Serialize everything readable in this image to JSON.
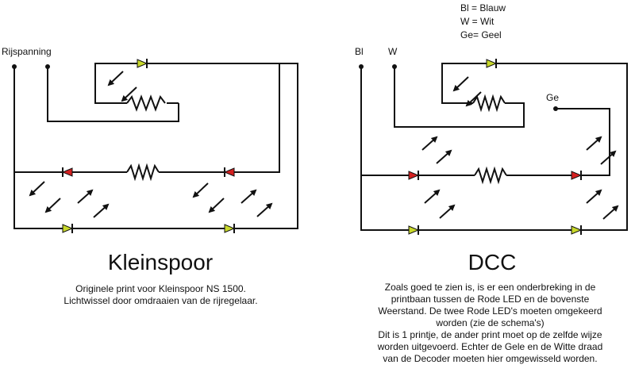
{
  "left": {
    "input_label": "Rijspanning",
    "title": "Kleinspoor",
    "caption_lines": [
      "Originele print voor Kleinspoor NS 1500.",
      "Lichtwissel door omdraaien van de rijregelaar."
    ]
  },
  "right": {
    "legend": [
      "Bl = Blauw",
      "W = Wit",
      "Ge= Geel"
    ],
    "bl_label": "Bl",
    "w_label": "W",
    "ge_label": "Ge",
    "title": "DCC",
    "caption_lines": [
      "Zoals goed te zien is, is er een onderbreking in de",
      "printbaan tussen de Rode LED en de bovenste",
      "Weerstand. De twee Rode LED's moeten omgekeerd",
      "worden (zie de schema's)",
      "Dit is 1 printje, de ander print moet op de zelfde wijze",
      "worden uitgevoerd. Echter de Gele en de Witte draad",
      "van de Decoder moeten hier omgewisseld worden."
    ]
  },
  "colors": {
    "wire": "#111111",
    "led_red": "#d42020",
    "led_green": "#c8d82a",
    "background": "#ffffff"
  },
  "icons": [
    "resistor-icon",
    "led-red-icon",
    "led-green-icon",
    "light-arrow-icon",
    "terminal-dot-icon"
  ]
}
